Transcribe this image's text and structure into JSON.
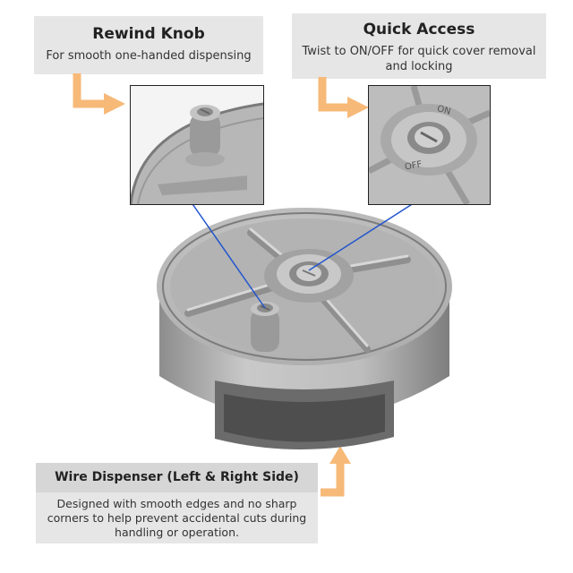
{
  "callouts": {
    "rewind": {
      "title": "Rewind Knob",
      "subtitle": "For smooth one-handed dispensing"
    },
    "quick": {
      "title": "Quick Access",
      "subtitle": "Twist to ON/OFF for quick cover removal and locking"
    },
    "wire": {
      "title": "Wire Dispenser (Left & Right Side)",
      "subtitle": "Designed with smooth edges and no sharp corners to help prevent accidental cuts during handling or operation."
    }
  },
  "labels": {
    "on": "ON",
    "off": "OFF"
  },
  "colors": {
    "arrow": "#f7b978",
    "leader": "#2255cc",
    "panel": "#e6e6e6",
    "metal": "#b9b9b9"
  }
}
